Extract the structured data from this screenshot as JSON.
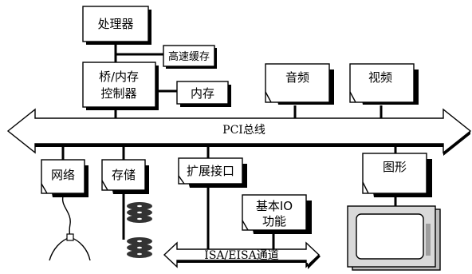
{
  "labels": {
    "processor": "处理器",
    "cache": "高速缓存",
    "bridge_line1": "桥/内存",
    "bridge_line2": "控制器",
    "memory": "内存",
    "audio": "音频",
    "video": "视频",
    "pci_bus": "PCI总线",
    "network": "网络",
    "storage": "存储",
    "expansion": "扩展接口",
    "basic_io_line1": "基本IO",
    "basic_io_line2": "功能",
    "graphics": "图形",
    "isa_bus": "ISA/EISA通道"
  },
  "colors": {
    "stroke": "#000000",
    "fill": "#ffffff",
    "disk": "#333333"
  }
}
